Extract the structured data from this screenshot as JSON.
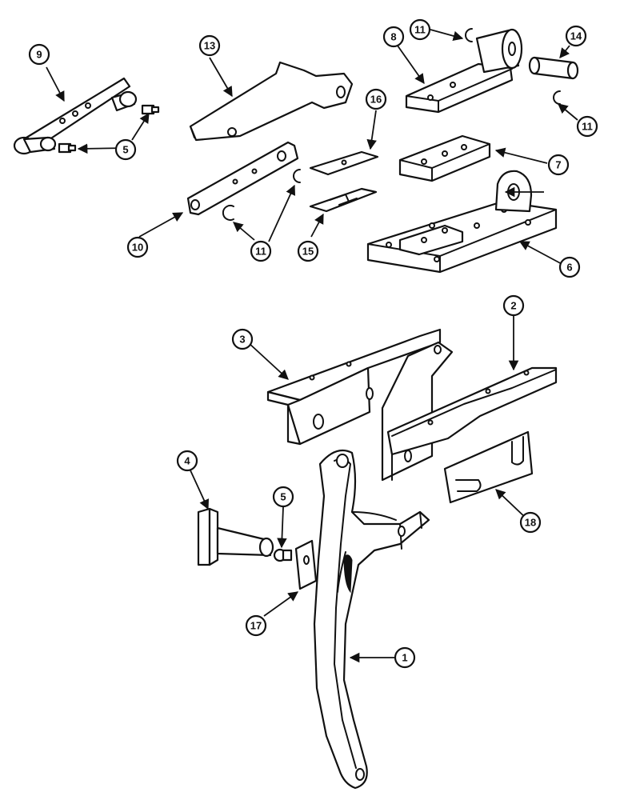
{
  "callouts": {
    "c1": "1",
    "c2": "2",
    "c3": "3",
    "c4": "4",
    "c5a": "5",
    "c5b": "5",
    "c6": "6",
    "c7": "7",
    "c8": "8",
    "c9": "9",
    "c10": "10",
    "c11a": "11",
    "c11b": "11",
    "c11c": "11",
    "c13": "13",
    "c14": "14",
    "c15": "15",
    "c16": "16",
    "c17": "17",
    "c18": "18"
  }
}
